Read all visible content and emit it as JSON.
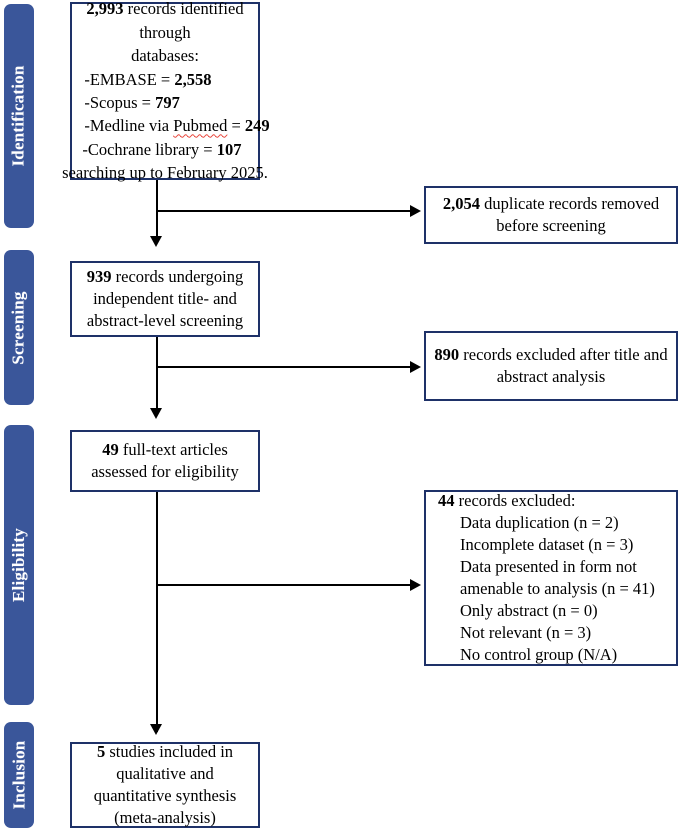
{
  "diagram": {
    "type": "prisma-flow-diagram",
    "title": "PRISMA study selection flow diagram",
    "colors": {
      "stage_bar": "#3a569a",
      "box_border": "#1e3168",
      "box_background": "#ffffff",
      "connector": "#000000",
      "spellcheck_underline": "#e8463c"
    }
  },
  "stages": [
    {
      "id": "identification",
      "label": "Identification"
    },
    {
      "id": "screening",
      "label": "Screening"
    },
    {
      "id": "eligibility",
      "label": "Eligibility"
    },
    {
      "id": "inclusion",
      "label": "Inclusion"
    }
  ],
  "boxes": {
    "identification": {
      "heading_count": "2,993",
      "heading_rest": " records identified through",
      "line_databases": "databases:",
      "sources": [
        {
          "dash": "-",
          "name": "EMBASE = ",
          "count": "2,558"
        },
        {
          "dash": "-",
          "name": "Scopus = ",
          "count": "797"
        },
        {
          "dash": "-",
          "name": "Medline via ",
          "name_flagged": "Pubmed",
          "name_tail": " = ",
          "count": "249"
        },
        {
          "dash": "-",
          "name": "Cochrane library = ",
          "count": "107"
        }
      ],
      "footer": "searching up to February 2025."
    },
    "duplicates_removed": {
      "count": "2,054",
      "text": " duplicate records removed before screening"
    },
    "screening": {
      "count": "939",
      "text": " records undergoing independent title- and abstract-level screening"
    },
    "screening_excluded": {
      "count": "890",
      "text": " records excluded after title and abstract analysis"
    },
    "eligibility": {
      "count": "49",
      "text": " full-text articles assessed for eligibility"
    },
    "eligibility_excluded": {
      "count": "44",
      "title_rest": " records excluded:",
      "reasons": [
        "Data duplication (n = 2)",
        "Incomplete dataset (n = 3)",
        "Data presented in form not",
        "amenable to analysis (n = 41)",
        "Only abstract (n = 0)",
        "Not relevant (n = 3)",
        "No control group (N/A)"
      ]
    },
    "inclusion": {
      "count": "5",
      "text": " studies included in qualitative and quantitative synthesis (meta-analysis)"
    }
  }
}
